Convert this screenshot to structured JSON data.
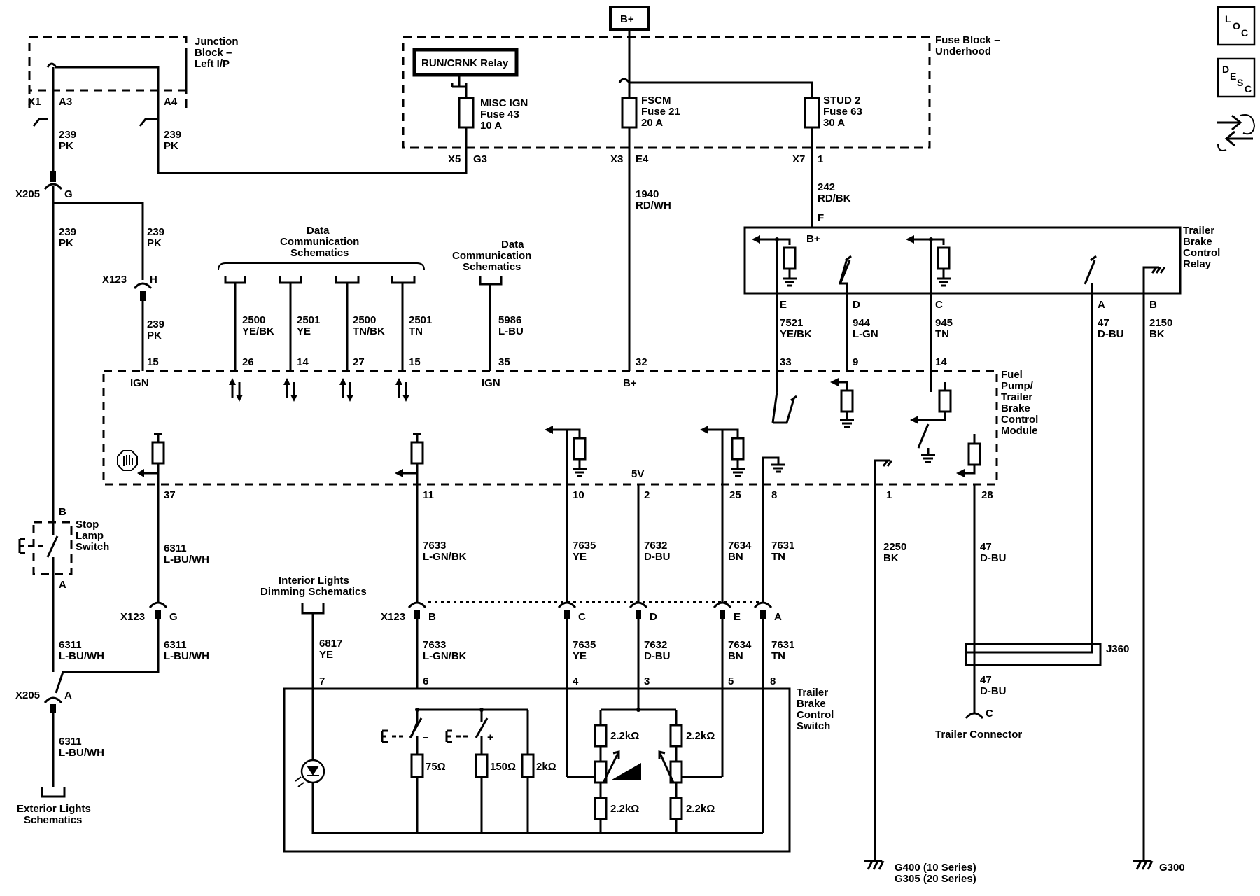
{
  "title_refs": {
    "bplus": "B+",
    "run_crnk_relay": "RUN/CRNK Relay"
  },
  "icons": {
    "loc": "L O C",
    "loc_letters": [
      "L",
      "O",
      "C"
    ],
    "desc_letters": [
      "D",
      "E",
      "S",
      "C"
    ],
    "third": "connector-swap-icon"
  },
  "junction_block": {
    "label": [
      "Junction",
      "Block –",
      "Left I/P"
    ],
    "x1": "X1",
    "a3": "A3",
    "a4": "A4"
  },
  "fuse_block": {
    "label": [
      "Fuse Block –",
      "Underhood"
    ],
    "misc_ign": [
      "MISC IGN",
      "Fuse 43",
      "10 A"
    ],
    "fscm": [
      "FSCM",
      "Fuse 21",
      "20 A"
    ],
    "stud2": [
      "STUD 2",
      "Fuse 63",
      "30 A"
    ],
    "x5": "X5",
    "g3": "G3",
    "x3": "X3",
    "e4": "E4",
    "x7": "X7",
    "pin1": "1"
  },
  "wires": {
    "w239a": [
      "239",
      "PK"
    ],
    "w239b": [
      "239",
      "PK"
    ],
    "w239c": [
      "239",
      "PK"
    ],
    "w239d": [
      "239",
      "PK"
    ],
    "w239e": [
      "239",
      "PK"
    ],
    "w1940": [
      "1940",
      "RD/WH"
    ],
    "w242": [
      "242",
      "RD/BK"
    ],
    "w2500a": [
      "2500",
      "YE/BK"
    ],
    "w2501a": [
      "2501",
      "YE"
    ],
    "w2500b": [
      "2500",
      "TN/BK"
    ],
    "w2501b": [
      "2501",
      "TN"
    ],
    "w5986": [
      "5986",
      "L-BU"
    ],
    "w7521": [
      "7521",
      "YE/BK"
    ],
    "w944": [
      "944",
      "L-GN"
    ],
    "w945": [
      "945",
      "TN"
    ],
    "w47a": [
      "47",
      "D-BU"
    ],
    "w2150": [
      "2150",
      "BK"
    ],
    "w6311a": [
      "6311",
      "L-BU/WH"
    ],
    "w6311b": [
      "6311",
      "L-BU/WH"
    ],
    "w6311c": [
      "6311",
      "L-BU/WH"
    ],
    "w6311d": [
      "6311",
      "L-BU/WH"
    ],
    "w7633a": [
      "7633",
      "L-GN/BK"
    ],
    "w7635a": [
      "7635",
      "YE"
    ],
    "w7632a": [
      "7632",
      "D-BU"
    ],
    "w7634a": [
      "7634",
      "BN"
    ],
    "w7631a": [
      "7631",
      "TN"
    ],
    "w2250": [
      "2250",
      "BK"
    ],
    "w47b": [
      "47",
      "D-BU"
    ],
    "w47c": [
      "47",
      "D-BU"
    ],
    "w6817": [
      "6817",
      "YE"
    ],
    "w7633b": [
      "7633",
      "L-GN/BK"
    ],
    "w7635b": [
      "7635",
      "YE"
    ],
    "w7632b": [
      "7632",
      "D-BU"
    ],
    "w7634b": [
      "7634",
      "BN"
    ],
    "w7631b": [
      "7631",
      "TN"
    ]
  },
  "connectors": {
    "x205": "X205",
    "x123": "X123",
    "g": "G",
    "h": "H",
    "a": "A",
    "b": "B",
    "c": "C",
    "d": "D",
    "e": "E",
    "f": "F"
  },
  "data_comm": {
    "group": [
      "Data",
      "Communication",
      "Schematics"
    ],
    "single": [
      "Data",
      "Communication",
      "Schematics"
    ]
  },
  "module": {
    "label": [
      "Fuel",
      "Pump/",
      "Trailer",
      "Brake",
      "Control",
      "Module"
    ],
    "ign": "IGN",
    "bplus": "B+",
    "five_v": "5V",
    "top_pins": [
      "15",
      "26",
      "14",
      "27",
      "15",
      "35",
      "32",
      "33",
      "9",
      "14"
    ],
    "bottom_pins": [
      "37",
      "11",
      "10",
      "2",
      "25",
      "8",
      "1",
      "28"
    ]
  },
  "relay": {
    "label": [
      "Trailer",
      "Brake",
      "Control",
      "Relay"
    ],
    "bplus": "B+",
    "pins": [
      "E",
      "D",
      "C",
      "A",
      "B"
    ]
  },
  "stop_lamp": {
    "label": [
      "Stop",
      "Lamp",
      "Switch"
    ],
    "b": "B",
    "a": "A"
  },
  "exterior": [
    "Exterior Lights",
    "Schematics"
  ],
  "interior": [
    "Interior Lights",
    "Dimming Schematics"
  ],
  "switch": {
    "label": [
      "Trailer",
      "Brake",
      "Control",
      "Switch"
    ],
    "pins": [
      "7",
      "6",
      "4",
      "3",
      "5",
      "8"
    ],
    "r75": "75Ω",
    "r150": "150Ω",
    "r2k": "2kΩ",
    "r22": "2.2kΩ",
    "minus": "–",
    "plus": "+"
  },
  "j360": "J360",
  "trailer_connector": "Trailer Connector",
  "grounds": {
    "g400": "G400 (10 Series)",
    "g305": "G305 (20 Series)",
    "g300": "G300"
  }
}
